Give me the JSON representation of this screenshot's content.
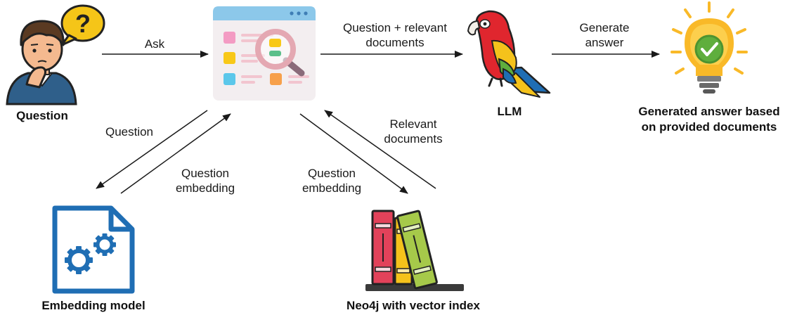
{
  "nodes": {
    "question": {
      "caption": "Question",
      "icon": "user-question-icon"
    },
    "retriever": {
      "icon": "document-search-icon"
    },
    "llm": {
      "caption": "LLM",
      "icon": "parrot-icon"
    },
    "answer": {
      "caption_line1": "Generated answer based",
      "caption_line2": "on provided documents",
      "icon": "lightbulb-icon"
    },
    "embedding": {
      "caption": "Embedding model",
      "icon": "gears-document-icon"
    },
    "neo4j": {
      "caption": "Neo4j with vector index",
      "icon": "books-icon"
    }
  },
  "edges": {
    "ask": {
      "label": "Ask"
    },
    "to_llm": {
      "line1": "Question + relevant",
      "line2": "documents"
    },
    "generate": {
      "line1": "Generate",
      "line2": "answer"
    },
    "to_embedding": {
      "label": "Question"
    },
    "from_embedding": {
      "line1": "Question",
      "line2": "embedding"
    },
    "to_neo4j": {
      "line1": "Question",
      "line2": "embedding"
    },
    "from_neo4j": {
      "line1": "Relevant",
      "line2": "documents"
    }
  },
  "colors": {
    "arrow": "#1a1a1a",
    "bubble": "#f5c518",
    "skin": "#f4b98f",
    "hair": "#5a3a22",
    "shirt": "#2f5f8a",
    "window": "#f3eef0",
    "window_bar": "#8cc8ea",
    "parrot_red": "#e0262e",
    "bulb": "#f9b928",
    "check_green": "#5fae3d",
    "doc_blue": "#1f6eb4",
    "book_red": "#e2425a",
    "book_yellow": "#f5c21b",
    "book_green": "#a6c94a"
  }
}
